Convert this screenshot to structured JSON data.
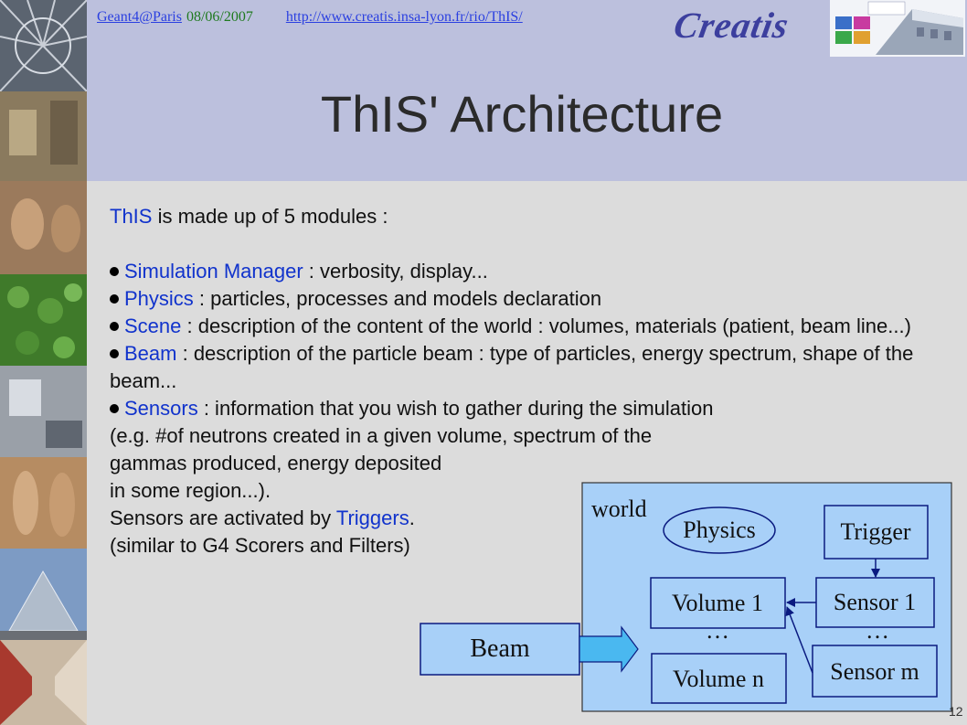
{
  "header": {
    "author_link": "Geant4@Paris",
    "date": "08/06/2007",
    "url_link": "http://www.creatis.insa-lyon.fr/rio/ThIS/",
    "logo_text": "Creatis",
    "title": "ThIS' Architecture"
  },
  "content": {
    "intro": {
      "hl": "ThIS",
      "rest": " is made up of 5 modules :"
    },
    "bullets": [
      {
        "hl": "Simulation Manager",
        "rest": " : verbosity, display..."
      },
      {
        "hl": "Physics",
        "rest": " : particles, processes and models declaration"
      },
      {
        "hl": "Scene",
        "rest": " : description of the content of the world : volumes, materials (patient, beam line...)"
      },
      {
        "hl": "Beam",
        "rest": " : description of the particle beam : type of particles, energy spectrum, shape of the beam..."
      },
      {
        "hl": "Sensors",
        "rest": " : information that you wish to gather during the simulation"
      }
    ],
    "sensors_lines": [
      "(e.g. #of neutrons created in a given volume, spectrum of the",
      "gammas produced, energy deposited",
      "in some region...)."
    ],
    "activated": {
      "pre": "Sensors are activated by ",
      "hl": "Triggers",
      "post": "."
    },
    "similar": "(similar to G4 Scorers and Filters)"
  },
  "diagram": {
    "world": "world",
    "physics": "Physics",
    "trigger": "Trigger",
    "volume1": "Volume 1",
    "sensor1": "Sensor 1",
    "dots_left": "…",
    "dots_right": "…",
    "beam": "Beam",
    "volume_n": "Volume n",
    "sensor_m": "Sensor m"
  },
  "colors": {
    "header_bg": "#bcc0dd",
    "body_bg": "#dcdcdc",
    "highlight": "#1133cc",
    "world_bg": "#a8d0f8",
    "beam_fill": "#4ab8f0"
  },
  "page_number": "12"
}
